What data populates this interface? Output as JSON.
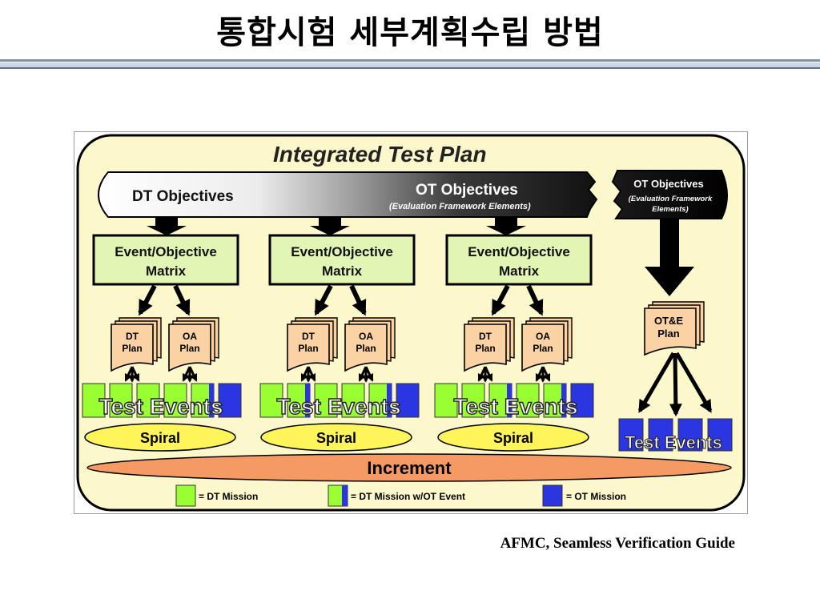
{
  "slide": {
    "title": "통합시험 세부계획수립 방법",
    "source_caption": "AFMC, Seamless Verification Guide"
  },
  "diagram": {
    "heading": "Integrated Test Plan",
    "dt_objectives": "DT Objectives",
    "ot_objectives": "OT Objectives",
    "ot_subtitle": "(Evaluation Framework Elements)",
    "ot_side_title": "OT Objectives",
    "ot_side_sub1": "(Evaluation Framework",
    "ot_side_sub2": "Elements)",
    "matrix_line1": "Event/Objective",
    "matrix_line2": "Matrix",
    "dt_plan_line1": "DT",
    "dt_plan_line2": "Plan",
    "oa_plan_line1": "OA",
    "oa_plan_line2": "Plan",
    "ote_plan_line1": "OT&E",
    "ote_plan_line2": "Plan",
    "test_events": "Test Events",
    "spiral": "Spiral",
    "increment": "Increment",
    "legend": {
      "dt_mission": "= DT Mission",
      "dt_ot_mission": "= DT Mission w/OT Event",
      "ot_mission": "= OT Mission"
    },
    "colors": {
      "background": "#fcf8cc",
      "matrix_fill": "#e2f5b4",
      "dt_mission": "#99ff33",
      "ot_mission": "#2b35e0",
      "plan_fill": "#fbd2a4",
      "spiral_fill": "#fdf55a",
      "increment_fill": "#f59a62"
    }
  }
}
